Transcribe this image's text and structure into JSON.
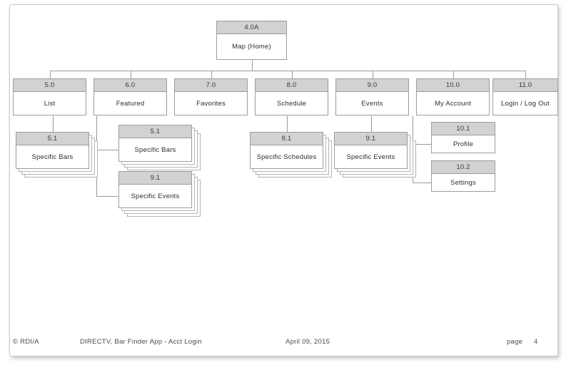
{
  "document": {
    "background_color": "#ffffff",
    "sheet_border_color": "#c9c9c9",
    "node_border_color": "#9d9d9d",
    "node_header_color": "#d2d2d2",
    "connector_color": "#9a9a9a",
    "text_color": "#2e2e2e"
  },
  "diagram": {
    "type": "sitemap",
    "title": "DIRECTV, Bar Finder App - Acct Login",
    "root": {
      "id": "4.0A",
      "label": "Map (Home)"
    },
    "level2": [
      {
        "id": "5.0",
        "label": "List"
      },
      {
        "id": "6.0",
        "label": "Featured"
      },
      {
        "id": "7.0",
        "label": "Favorites"
      },
      {
        "id": "8.0",
        "label": "Schedule"
      },
      {
        "id": "9.0",
        "label": "Events"
      },
      {
        "id": "10.0",
        "label": "My Account"
      },
      {
        "id": "11.0",
        "label": "Login / Log Out"
      }
    ],
    "level3": [
      {
        "id": "5.1",
        "label": "Specific Bars",
        "parent": "5.0",
        "stacked": true
      },
      {
        "id": "5.1b",
        "display_id": "5.1",
        "label": "Specific Bars",
        "parent": "6.0",
        "stacked": true
      },
      {
        "id": "9.1b",
        "display_id": "9.1",
        "label": "Specific Events",
        "parent": "6.0",
        "stacked": true
      },
      {
        "id": "8.1",
        "label": "Specific Schedules",
        "parent": "8.0",
        "stacked": true
      },
      {
        "id": "9.1",
        "label": "Specific Events",
        "parent": "9.0",
        "stacked": true
      },
      {
        "id": "10.1",
        "label": "Profile",
        "parent": "10.0",
        "stacked": false
      },
      {
        "id": "10.2",
        "label": "Settings",
        "parent": "10.0",
        "stacked": false
      }
    ]
  },
  "footer": {
    "copyright": "© RDI/A",
    "project": "DIRECTV, Bar Finder App - Acct Login",
    "date": "April 09, 2015",
    "page_label": "page",
    "page_number": "4"
  }
}
